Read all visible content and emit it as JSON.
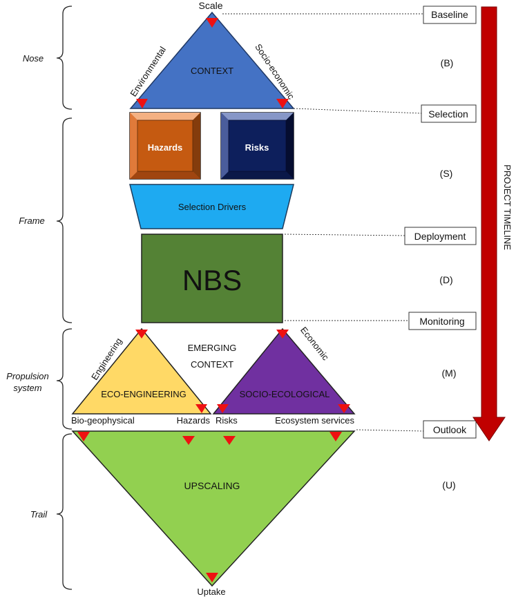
{
  "sections": {
    "nose": "Nose",
    "frame": "Frame",
    "propulsion_line1": "Propulsion",
    "propulsion_line2": "system",
    "trail": "Trail"
  },
  "context": {
    "title": "CONTEXT",
    "top": "Scale",
    "left": "Environmental",
    "right": "Socio-economic",
    "color": "#4472c4"
  },
  "frame": {
    "hazards": "Hazards",
    "risks": "Risks",
    "selection_drivers": "Selection Drivers",
    "nbs": "NBS",
    "hazards_color": "#c55a11",
    "risks_color": "#0d1f5c",
    "drivers_color": "#1eaaf1",
    "nbs_color": "#548235"
  },
  "propulsion": {
    "emerging_line1": "EMERGING",
    "emerging_line2": "CONTEXT",
    "eco_engineering": "ECO-ENGINEERING",
    "socio_ecological": "SOCIO-ECOLOGICAL",
    "engineering": "Engineering",
    "economic": "Economic",
    "bio_geophysical": "Bio-geophysical",
    "hazards": "Hazards",
    "risks": "Risks",
    "ecosystem_services": "Ecosystem services",
    "eco_color": "#ffd966",
    "socio_color": "#7030a0"
  },
  "trail": {
    "title": "UPSCALING",
    "bottom": "Uptake",
    "color": "#92d050"
  },
  "timeline": {
    "label": "PROJECT TIMELINE",
    "color": "#c00000",
    "stages": [
      "Baseline",
      "Selection",
      "Deployment",
      "Monitoring",
      "Outlook"
    ]
  },
  "phases": [
    "(B)",
    "(S)",
    "(D)",
    "(M)",
    "(U)"
  ]
}
